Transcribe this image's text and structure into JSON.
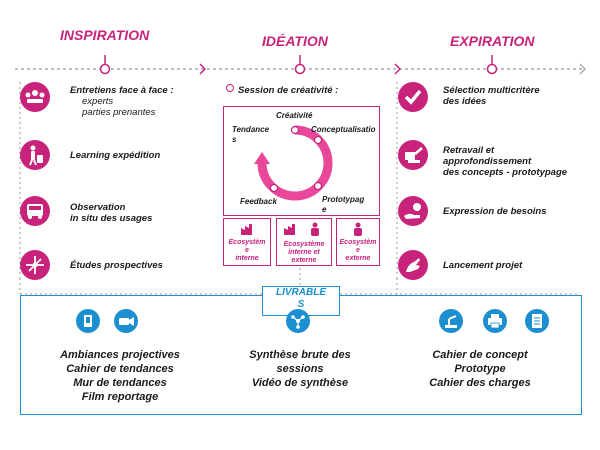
{
  "phases": {
    "inspiration": "INSPIRATION",
    "ideation": "IDÉATION",
    "expiration": "EXPIRATION"
  },
  "inspiration_items": [
    {
      "label": "Entretiens face à face  :",
      "sub": "experts\nparties prenantes",
      "icon": "meeting-icon"
    },
    {
      "label": "Learning expédition",
      "icon": "traveler-icon"
    },
    {
      "label": "Observation\nin situ des usages",
      "icon": "bus-icon"
    },
    {
      "label": "Études prospectives",
      "icon": "arrows-icon"
    }
  ],
  "ideation": {
    "session_label": "Session de créativité :",
    "cycle": {
      "creativite": "Créativité",
      "tendances": "Tendance\ns",
      "conceptualisation": "Conceptualisatio",
      "feedback": "Feedback",
      "prototypage": "Prototypag\ne"
    },
    "ecosystems": [
      {
        "label": "Ecosystèm\ne\ninterne"
      },
      {
        "label": "Ecosystème\ninterne et externe"
      },
      {
        "label": "Ecosystèm\ne\nexterne"
      }
    ]
  },
  "expiration_items": [
    {
      "label": "Sélection multicritère\ndes idées",
      "icon": "checkmark-icon"
    },
    {
      "label": "Retravail et\napprofondissement\ndes concepts - prototypage",
      "icon": "tools-icon"
    },
    {
      "label": "Expression de besoins",
      "icon": "hand-money-icon"
    },
    {
      "label": "Lancement projet",
      "icon": "hand-launch-icon"
    }
  ],
  "livrables": {
    "title": "LIVRABLE\nS",
    "left_text": "Ambiances projectives\nCahier de tendances\nMur de tendances\nFilm reportage",
    "center_text": "Synthèse brute des\nsessions\nVidéo de synthèse",
    "right_text": "Cahier de concept\nPrototype\nCahier des charges",
    "left_icons": [
      "book-icon",
      "camera-icon"
    ],
    "center_icons": [
      "network-icon"
    ],
    "right_icons": [
      "robot-arm-icon",
      "printer-icon",
      "document-icon"
    ]
  },
  "colors": {
    "magenta": "#c8237b",
    "blue": "#1b8fcf",
    "gray": "#999999"
  }
}
